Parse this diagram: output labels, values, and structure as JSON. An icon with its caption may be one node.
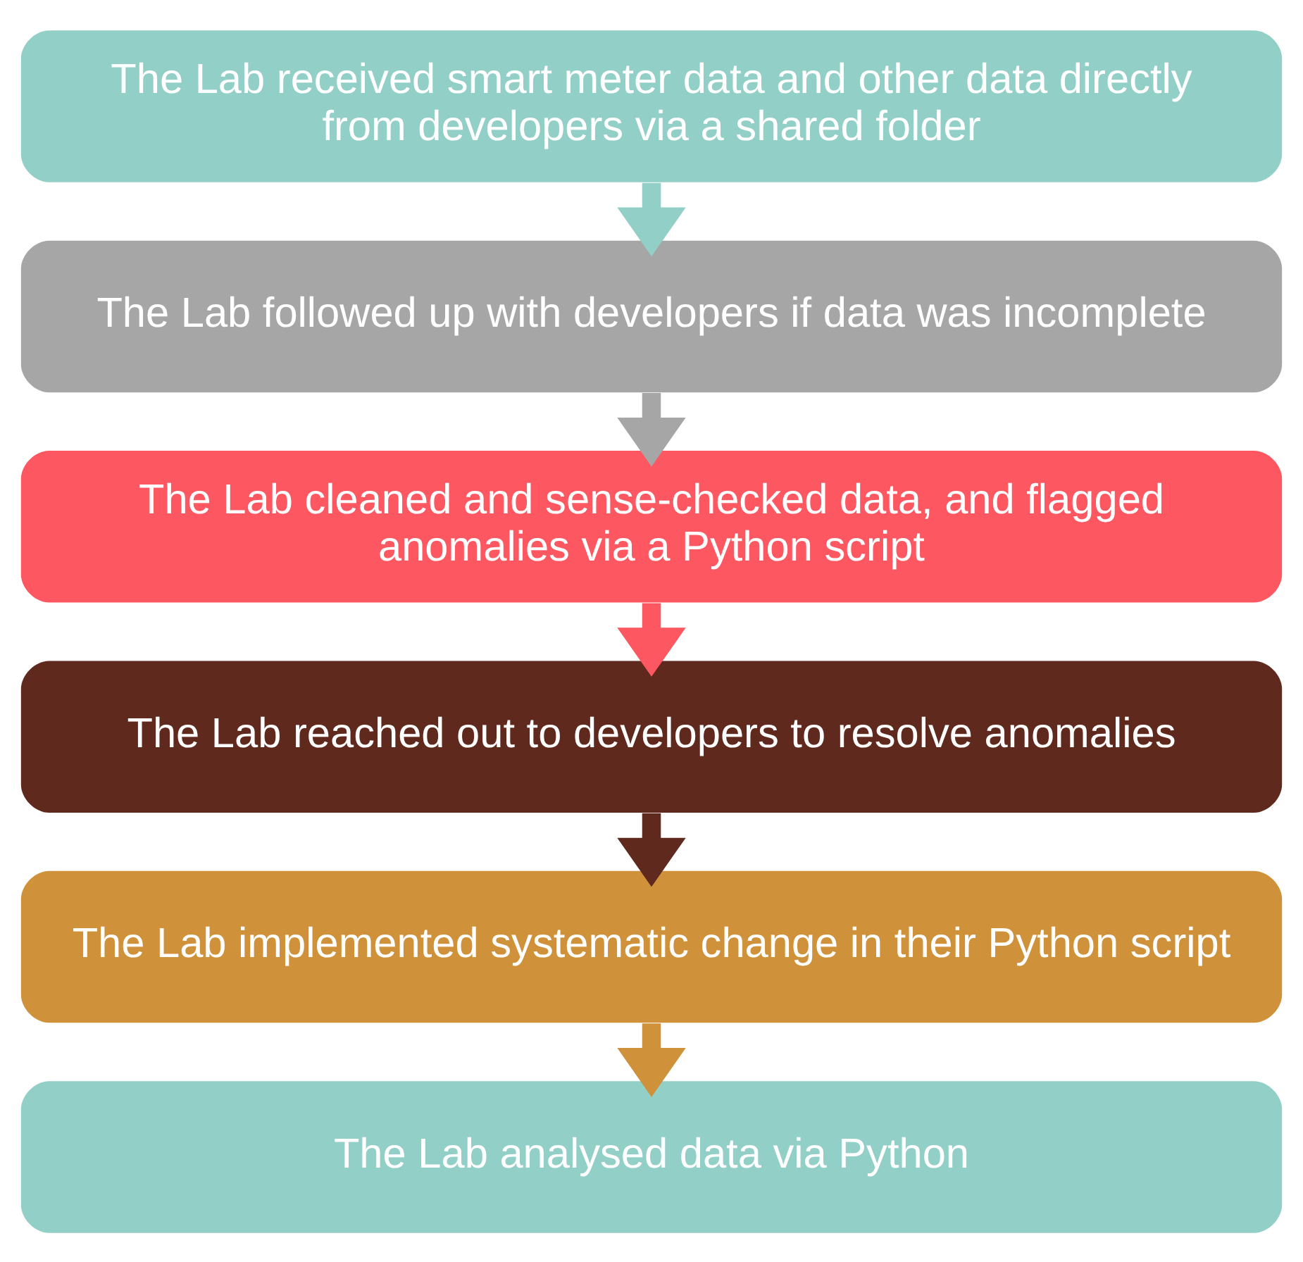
{
  "diagram": {
    "nodes": [
      {
        "text": [
          "The Lab received smart meter data and other data directly from developers via a shared folder"
        ]
      },
      {
        "text": [
          "The Lab followed up with developers if data was incomplete"
        ]
      },
      {
        "text": [
          "The Lab cleaned and sense-checked data, and flagged anomalies via a Python script"
        ]
      },
      {
        "text": [
          "The Lab reached out to developers to resolve anomalies"
        ]
      },
      {
        "text": [
          "The Lab implemented systematic change in their Python script"
        ]
      },
      {
        "text": [
          "The Lab analysed data via Python"
        ]
      }
    ],
    "edges": [
      {
        "from": 0,
        "to": 1,
        "arrow": "to",
        "color": "#92cfc6"
      },
      {
        "from": 1,
        "to": 2,
        "arrow": "to",
        "color": "#a6a6a6"
      },
      {
        "from": 2,
        "to": 3,
        "arrow": "to",
        "color": "#fd5761"
      },
      {
        "from": 3,
        "to": 4,
        "arrow": "to",
        "color": "#5f291e"
      },
      {
        "from": 4,
        "to": 5,
        "arrow": "to",
        "color": "#cf9139"
      }
    ]
  }
}
